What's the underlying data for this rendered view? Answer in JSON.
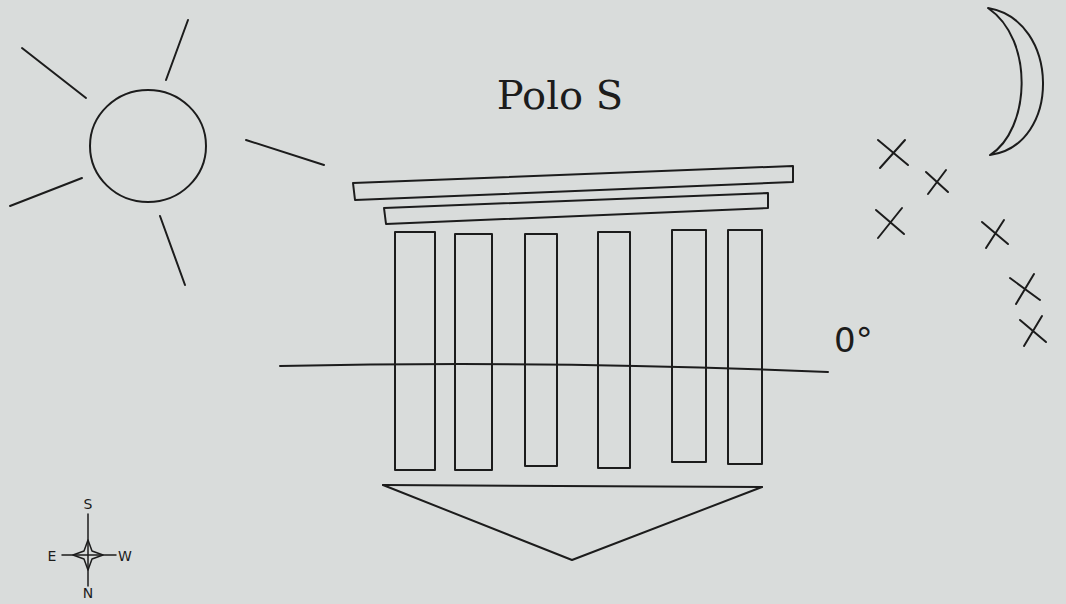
{
  "diagram": {
    "title": "Polo S",
    "labels": [
      "0°",
      "S",
      "E",
      "W",
      "N"
    ]
  }
}
